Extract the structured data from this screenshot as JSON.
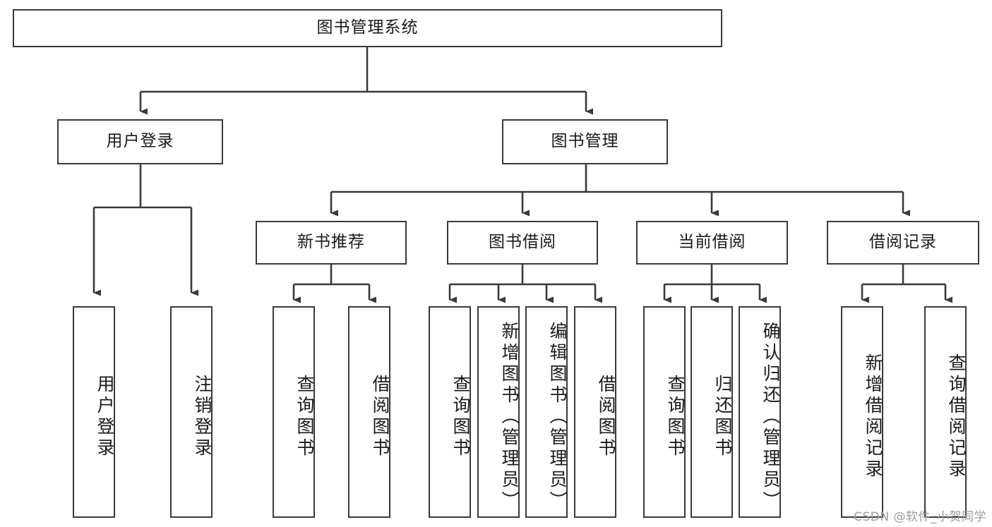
{
  "diagram": {
    "title": "图书管理系统",
    "type": "hierarchy-tree",
    "watermark": "CSDN @软件_小贺同学",
    "colors": {
      "stroke": "#3a3a3a",
      "arrow": "#3a3a3a",
      "background": "#ffffff",
      "text": "#1a1a1a",
      "watermark": "#9b9b9b"
    },
    "root": {
      "label": "图书管理系统"
    },
    "level2": [
      {
        "label": "用户登录"
      },
      {
        "label": "图书管理"
      }
    ],
    "level3": [
      {
        "label": "新书推荐"
      },
      {
        "label": "图书借阅"
      },
      {
        "label": "当前借阅"
      },
      {
        "label": "借阅记录"
      }
    ],
    "leaves": {
      "user_login": [
        {
          "label": "用户登录"
        },
        {
          "label": "注销登录"
        }
      ],
      "new_book_recommend": [
        {
          "label": "查询图书"
        },
        {
          "label": "借阅图书"
        }
      ],
      "book_borrow": [
        {
          "label": "查询图书"
        },
        {
          "label": "新增图书（管理员）"
        },
        {
          "label": "编辑图书（管理员）"
        },
        {
          "label": "借阅图书"
        }
      ],
      "current_borrow": [
        {
          "label": "查询图书"
        },
        {
          "label": "归还图书"
        },
        {
          "label": "确认归还（管理员）"
        }
      ],
      "borrow_record": [
        {
          "label": "新增借阅记录"
        },
        {
          "label": "查询借阅记录"
        }
      ]
    }
  }
}
